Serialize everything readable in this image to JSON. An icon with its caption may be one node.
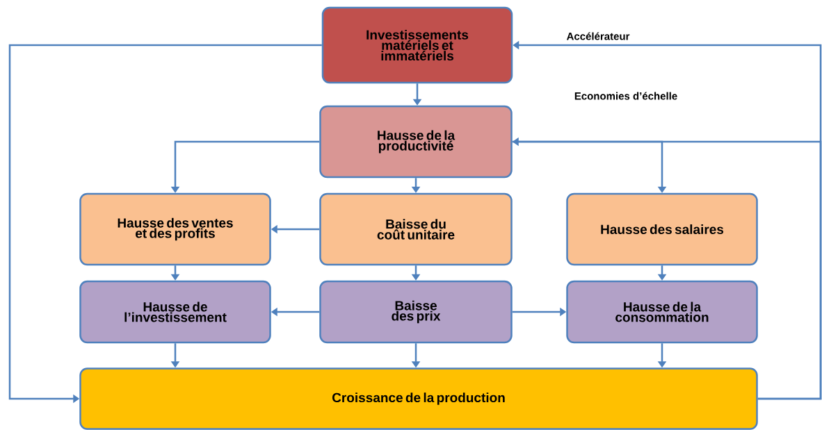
{
  "diagram": {
    "nodes": [
      {
        "text": [
          "Investissements matériels et immatériels"
        ]
      },
      {
        "text": [
          "Hausse de la productivité"
        ]
      },
      {
        "text": [
          "Hausse des ventes et des profits"
        ]
      },
      {
        "text": [
          "Baisse du coût unitaire"
        ]
      },
      {
        "text": [
          "Hausse des salaires"
        ]
      },
      {
        "text": [
          "Hausse de l’investissement"
        ]
      },
      {
        "text": [
          "Baisse des prix"
        ]
      },
      {
        "text": [
          "Hausse de la consommation"
        ]
      },
      {
        "text": [
          "Croissance de la production"
        ]
      }
    ],
    "edges": [
      {
        "from": 0,
        "to": 1,
        "arrow": "to"
      },
      {
        "from": 1,
        "to": 2,
        "arrow": "to"
      },
      {
        "from": 1,
        "to": 3,
        "arrow": "to"
      },
      {
        "from": 1,
        "to": 4,
        "arrow": "to"
      },
      {
        "from": 3,
        "to": 2,
        "arrow": "to"
      },
      {
        "from": 2,
        "to": 5,
        "arrow": "to"
      },
      {
        "from": 3,
        "to": 6,
        "arrow": "to"
      },
      {
        "from": 4,
        "to": 7,
        "arrow": "to"
      },
      {
        "from": 6,
        "to": 5,
        "arrow": "to"
      },
      {
        "from": 6,
        "to": 7,
        "arrow": "to"
      },
      {
        "from": 5,
        "to": 8,
        "arrow": "to"
      },
      {
        "from": 6,
        "to": 8,
        "arrow": "to"
      },
      {
        "from": 7,
        "to": 8,
        "arrow": "to"
      },
      {
        "from": 0,
        "to": 8,
        "arrow": "to"
      },
      {
        "from": 8,
        "to": 0,
        "arrow": "to",
        "label": "Accélérateur"
      },
      {
        "from": 8,
        "to": 1,
        "arrow": "to",
        "label": "Economies d’échelle"
      }
    ]
  }
}
